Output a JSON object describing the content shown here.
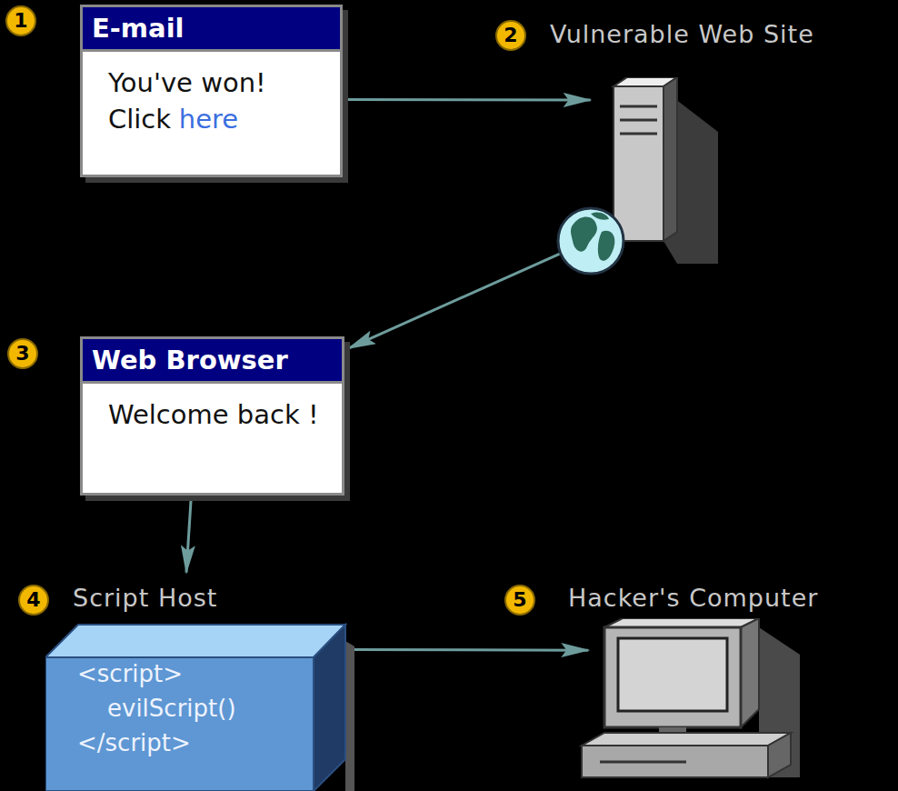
{
  "diagram": {
    "nodes": [
      {
        "text": [
          "E-mail",
          "You've won!",
          "Click",
          "here"
        ]
      },
      {
        "text": [
          "Vulnerable Web Site"
        ]
      },
      {
        "text": [
          "Web Browser",
          "Welcome back !"
        ]
      },
      {
        "text": [
          "Script Host",
          "<script>",
          "evilScript()",
          "</script>"
        ]
      },
      {
        "text": [
          "Hacker's Computer"
        ]
      }
    ],
    "edges": [
      {
        "from": 0,
        "to": 1,
        "arrow": "to"
      },
      {
        "from": 1,
        "to": 2,
        "arrow": "to"
      },
      {
        "from": 2,
        "to": 3,
        "arrow": "to"
      },
      {
        "from": 3,
        "to": 4,
        "arrow": "to"
      }
    ],
    "labels": [
      "1",
      "2",
      "3",
      "4",
      "5"
    ]
  }
}
